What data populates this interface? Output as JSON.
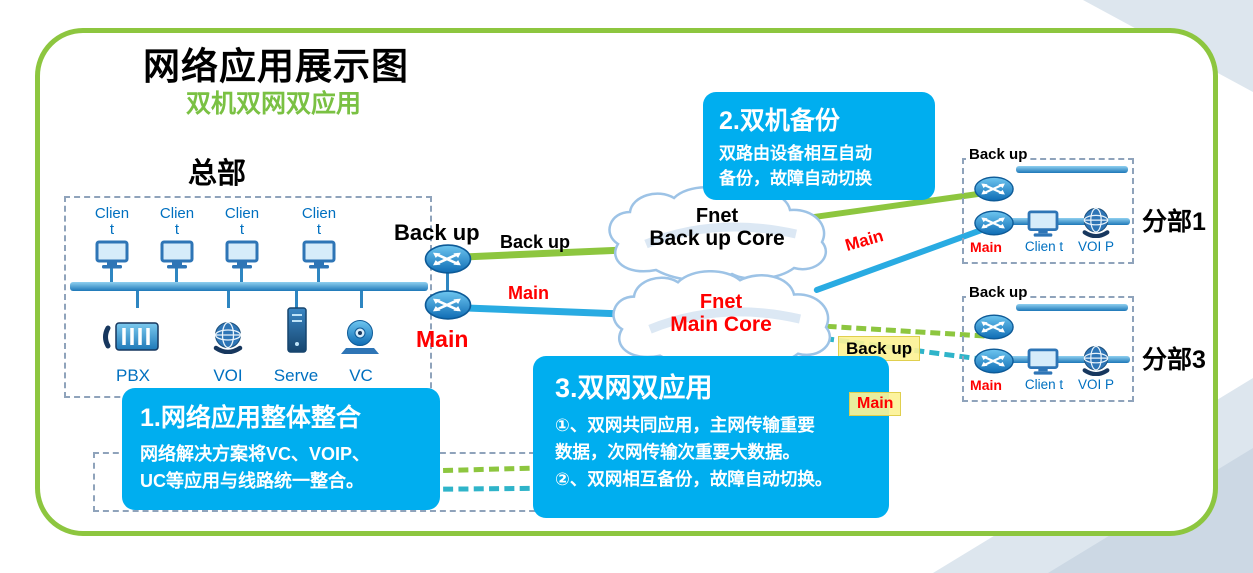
{
  "colors": {
    "frame_green": "#8DC63F",
    "callout_blue": "#00AEEF",
    "line_blue": "#29ABE2",
    "line_green": "#8DC63F",
    "dashed_teal": "#2FB4C9",
    "label_blue": "#0070C0",
    "red": "#FF0000",
    "yellow_highlight": "#FCF296"
  },
  "header": {
    "title": "网络应用展示图",
    "subtitle": "双机双网双应用"
  },
  "hq": {
    "label": "总部",
    "clients": [
      "Clien t",
      "Clien t",
      "Clien t",
      "Clien t"
    ],
    "devices": [
      "PBX",
      "VOI",
      "Serve",
      "VC"
    ]
  },
  "trunk": {
    "backup_router_label": "Back up",
    "main_router_label": "Main",
    "backup_line_label": "Back up",
    "main_line_label": "Main"
  },
  "clouds": {
    "backup": {
      "name": "Fnet",
      "core": "Back up Core"
    },
    "main": {
      "name": "Fnet",
      "core": "Main Core"
    }
  },
  "branch1": {
    "name": "分部1",
    "backup_label": "Back up",
    "main_label": "Main",
    "client_label": "Clien t",
    "voip_label": "VOI P",
    "line_main_label": "Main"
  },
  "branch3": {
    "name": "分部3",
    "backup_label": "Back up",
    "main_label": "Main",
    "client_label": "Clien t",
    "voip_label": "VOI P",
    "line_backup_label": "Back up",
    "line_main_label": "Main"
  },
  "callouts": {
    "one": {
      "title": "1.网络应用整体整合",
      "body": "网络解决方案将VC、VOIP、\nUC等应用与线路统一整合。"
    },
    "two": {
      "title": "2.双机备份",
      "body": "双路由设备相互自动\n备份，故障自动切换"
    },
    "three": {
      "title": "3.双网双应用",
      "body": "①、双网共同应用，主网传输重要\n数据，次网传输次重要大数据。\n②、双网相互备份，故障自动切换。"
    }
  }
}
